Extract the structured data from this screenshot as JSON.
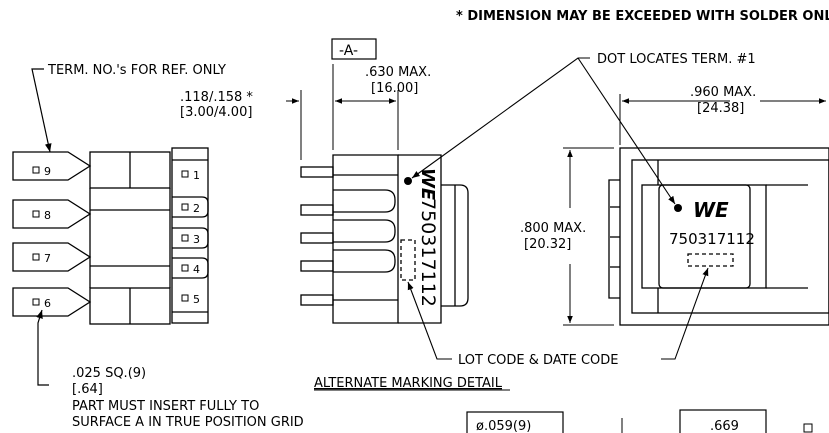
{
  "notes": {
    "solder": "* DIMENSION MAY BE EXCEEDED WITH SOLDER ONLY",
    "term_ref": "TERM. NO.'s FOR REF. ONLY",
    "dot": "DOT LOCATES TERM. #1",
    "lot_code": "LOT CODE & DATE CODE",
    "alt_marking": "ALTERNATE MARKING DETAIL",
    "insert_line1": "PART MUST INSERT FULLY TO",
    "insert_line2": "SURFACE A IN TRUE POSITION GRID"
  },
  "datum": "-A-",
  "dims": {
    "pin_len_in": ".118/.158 *",
    "pin_len_mm": "[3.00/4.00]",
    "depth_in": ".630 MAX.",
    "depth_mm": "[16.00]",
    "width_in": ".960 MAX.",
    "width_mm": "[24.38]",
    "height_in": ".800 MAX.",
    "height_mm": "[20.32]",
    "pin_sq_in": ".025 SQ.(9)",
    "pin_sq_mm": "[.64]"
  },
  "pins": {
    "left": [
      "9",
      "8",
      "7",
      "6"
    ],
    "right": [
      "1",
      "2",
      "3",
      "4",
      "5"
    ]
  },
  "marking": {
    "logo": "WE",
    "part_number": "750317112"
  },
  "table": {
    "hole": "ø.059(9)",
    "spacing": ".669"
  }
}
